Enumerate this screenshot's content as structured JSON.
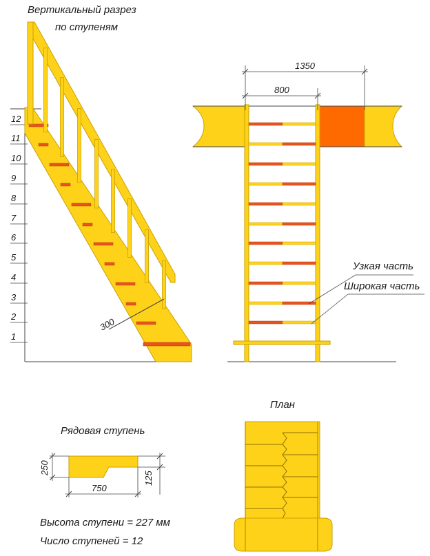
{
  "section_view": {
    "title_line1": "Вертикальный разрез",
    "title_line2": "по ступеням",
    "step_numbers": [
      "1",
      "2",
      "3",
      "4",
      "5",
      "6",
      "7",
      "8",
      "9",
      "10",
      "11",
      "12"
    ],
    "tread_width_label": "300"
  },
  "front_view": {
    "total_width_label": "1350",
    "opening_width_label": "800",
    "narrow_part_label": "Узкая часть",
    "wide_part_label": "Широкая часть"
  },
  "step_detail": {
    "title": "Рядовая ступень",
    "height_label": "250",
    "notch_label": "125",
    "length_label": "750"
  },
  "plan_view": {
    "title": "План"
  },
  "info": {
    "step_height_text": "Высота ступени = 227 мм",
    "step_count_text": "Число ступеней = 12"
  },
  "colors": {
    "wood": "#ffd21a",
    "wood_stroke": "#c9a000",
    "tread_red": "#e8541e",
    "tread_red_dark": "#b83a10",
    "orange_block": "#ff6a00",
    "line": "#444444"
  }
}
